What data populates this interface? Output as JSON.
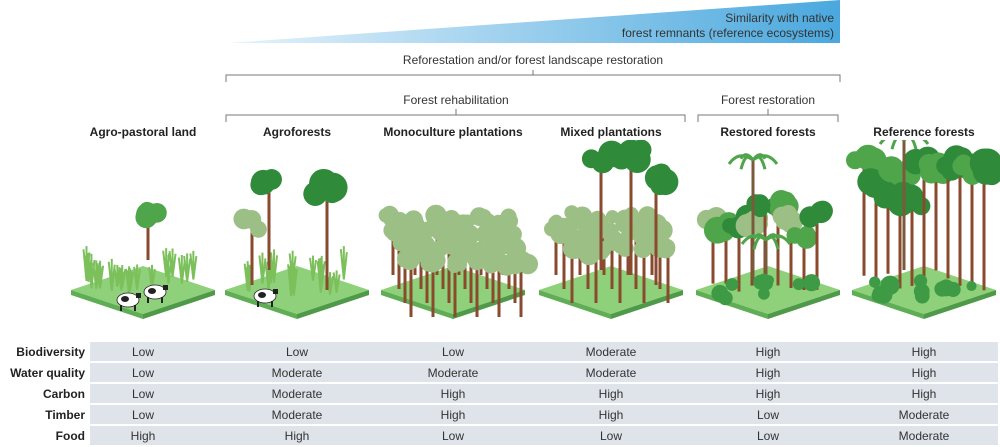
{
  "gradient": {
    "line1": "Similarity with native",
    "line2": "forest remnants (reference ecosystems)",
    "color_from": "#e6f3fb",
    "color_to": "#4aa8de"
  },
  "brackets": {
    "reforestation": "Reforestation and/or forest landscape restoration",
    "rehabilitation": "Forest rehabilitation",
    "restoration": "Forest restoration"
  },
  "columns": [
    {
      "title": "Agro-pastoral land",
      "scene": "agro-pastoral"
    },
    {
      "title": "Agroforests",
      "scene": "agroforest"
    },
    {
      "title": "Monoculture plantations",
      "scene": "monoculture"
    },
    {
      "title": "Mixed plantations",
      "scene": "mixed"
    },
    {
      "title": "Restored forests",
      "scene": "restored"
    },
    {
      "title": "Reference forests",
      "scene": "reference"
    }
  ],
  "rows": [
    {
      "label": "Biodiversity",
      "values": [
        "Low",
        "Low",
        "Low",
        "Moderate",
        "High",
        "High"
      ]
    },
    {
      "label": "Water quality",
      "values": [
        "Low",
        "Moderate",
        "Moderate",
        "Moderate",
        "High",
        "High"
      ]
    },
    {
      "label": "Carbon",
      "values": [
        "Low",
        "Moderate",
        "High",
        "High",
        "High",
        "High"
      ]
    },
    {
      "label": "Timber",
      "values": [
        "Low",
        "Moderate",
        "High",
        "High",
        "Low",
        "Moderate"
      ]
    },
    {
      "label": "Food",
      "values": [
        "High",
        "High",
        "Low",
        "Low",
        "Low",
        "Moderate"
      ]
    }
  ],
  "colors": {
    "ground_top": "#8fd17a",
    "ground_side": "#5fae55",
    "trunk": "#8a4a2e",
    "canopy_dark": "#2f8a3a",
    "canopy_mid": "#4fa54a",
    "canopy_sage": "#9cbf86",
    "crop": "#7cc05c",
    "table_band": "#dfe4ea",
    "bracket": "#777777"
  }
}
